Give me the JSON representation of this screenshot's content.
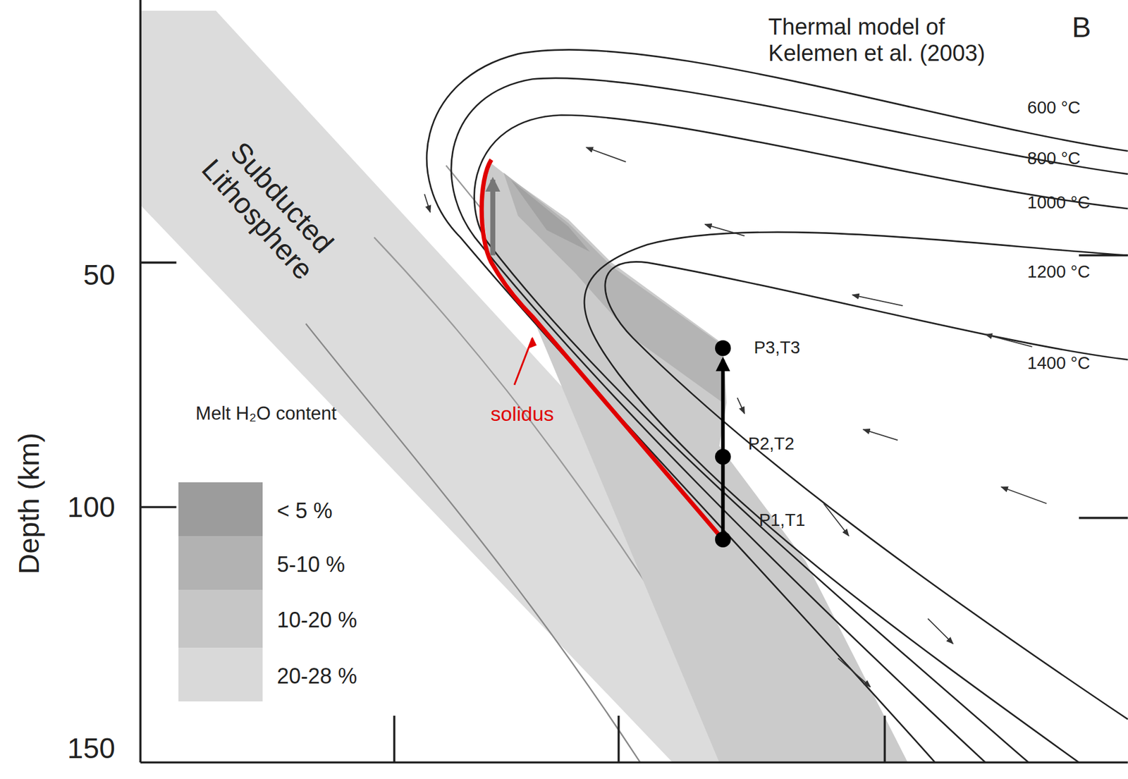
{
  "diagram": {
    "labels": [
      "Thermal model of Kelemen et al.  (2003)",
      "B",
      "600 °C",
      "800 °C",
      "1000 °C",
      "1200 °C",
      "1400 °C",
      "Subducted Lithosphere",
      "solidus",
      "Depth (km)",
      "50",
      "100",
      "150",
      "P3,T3",
      "P2,T2",
      "P1,T1",
      "Melt H₂O content"
    ],
    "legend": [
      {
        "text": "< 5 %",
        "color": "#9c9c9c"
      },
      {
        "text": "5-10 %",
        "color": "#b2b2b2"
      },
      {
        "text": "10-20 %",
        "color": "#c6c6c6"
      },
      {
        "text": "20-28 %",
        "color": "#d9d9d9"
      }
    ]
  }
}
